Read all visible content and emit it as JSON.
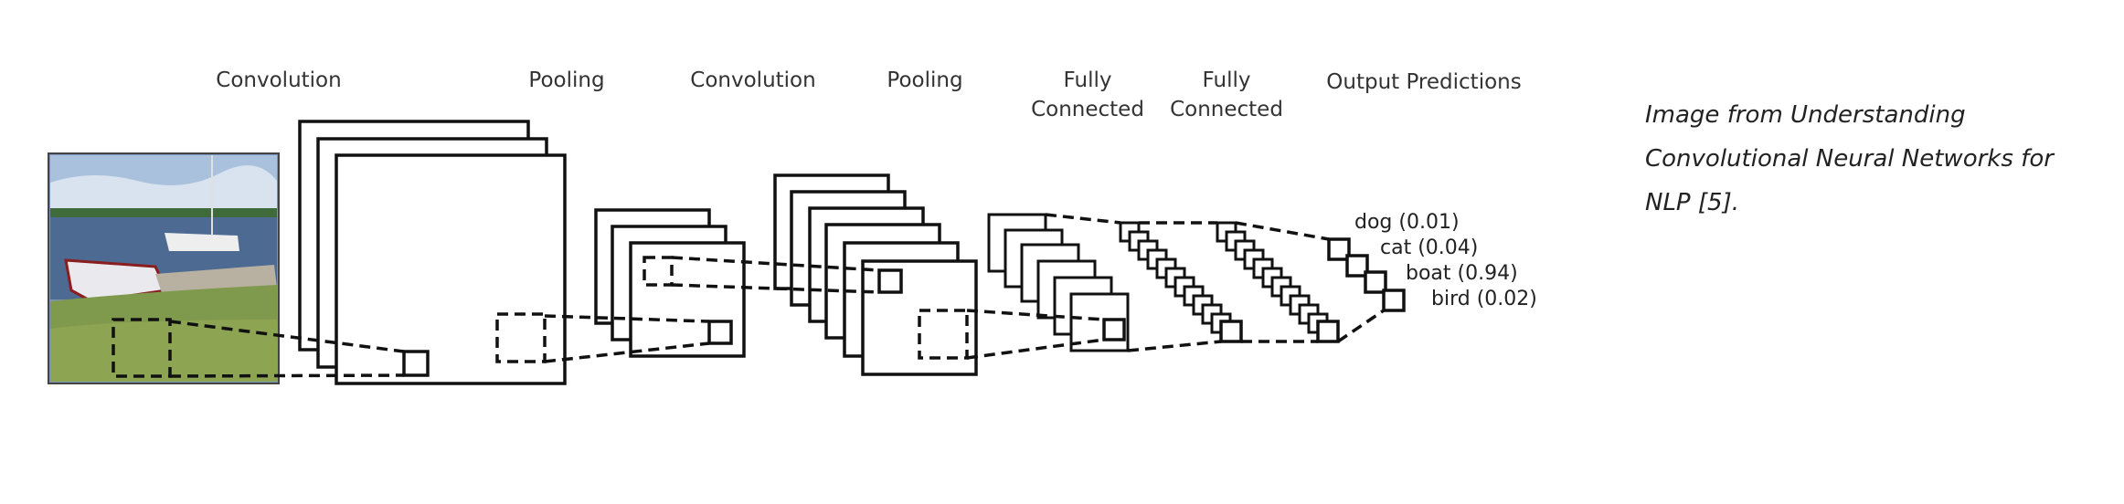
{
  "stages": [
    {
      "label": "Convolution"
    },
    {
      "label": "Pooling"
    },
    {
      "label": "Convolution"
    },
    {
      "label": "Pooling"
    },
    {
      "label_line1": "Fully",
      "label_line2": "Connected"
    },
    {
      "label_line1": "Fully",
      "label_line2": "Connected"
    },
    {
      "label": "Output Predictions"
    }
  ],
  "predictions": [
    {
      "label": "dog (0.01)"
    },
    {
      "label": "cat (0.04)"
    },
    {
      "label": "boat (0.94)"
    },
    {
      "label": "bird (0.02)"
    }
  ],
  "caption": "Image from Understanding Convolutional Neural Networks for NLP [5]."
}
